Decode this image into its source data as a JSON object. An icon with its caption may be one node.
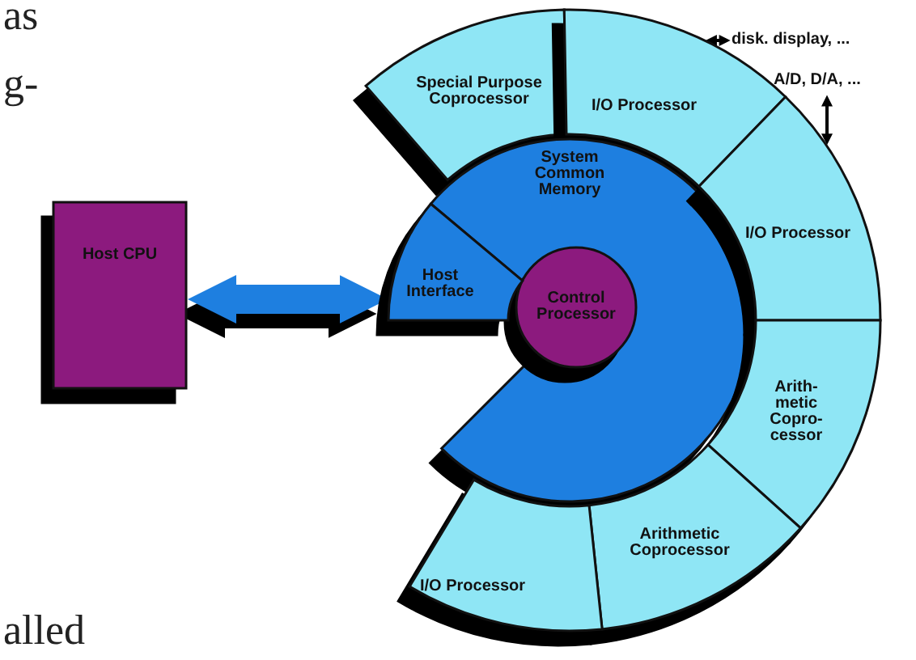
{
  "diagram": {
    "nodes": [
      {
        "text": [
          "Special Purpose Coprocessor"
        ]
      },
      {
        "text": [
          "I/O Processor"
        ]
      },
      {
        "text": [
          "disk. display, ..."
        ]
      },
      {
        "text": [
          "A/D, D/A, ..."
        ]
      },
      {
        "text": [
          "Host CPU"
        ]
      },
      {
        "text": [
          "System Common Memory"
        ]
      },
      {
        "text": [
          "Host Interface"
        ]
      },
      {
        "text": [
          "Control Processor"
        ],
        "in": 5
      },
      {
        "text": [
          "I/O Processor"
        ]
      },
      {
        "text": [
          "Arith- metic Copro- cessor"
        ]
      },
      {
        "text": [
          "Arithmetic Coprocessor"
        ]
      },
      {
        "text": [
          "I/O Processor"
        ]
      }
    ],
    "edges": [
      {
        "from": 4,
        "to": 6,
        "arrow": "both",
        "style": "thick",
        "color": "#1e7fe0"
      },
      {
        "from": 1,
        "to": 2,
        "arrow": "both"
      },
      {
        "from": 3,
        "to": 8,
        "arrow": "both"
      }
    ],
    "labels": [
      "as",
      "g-",
      "alled"
    ]
  }
}
